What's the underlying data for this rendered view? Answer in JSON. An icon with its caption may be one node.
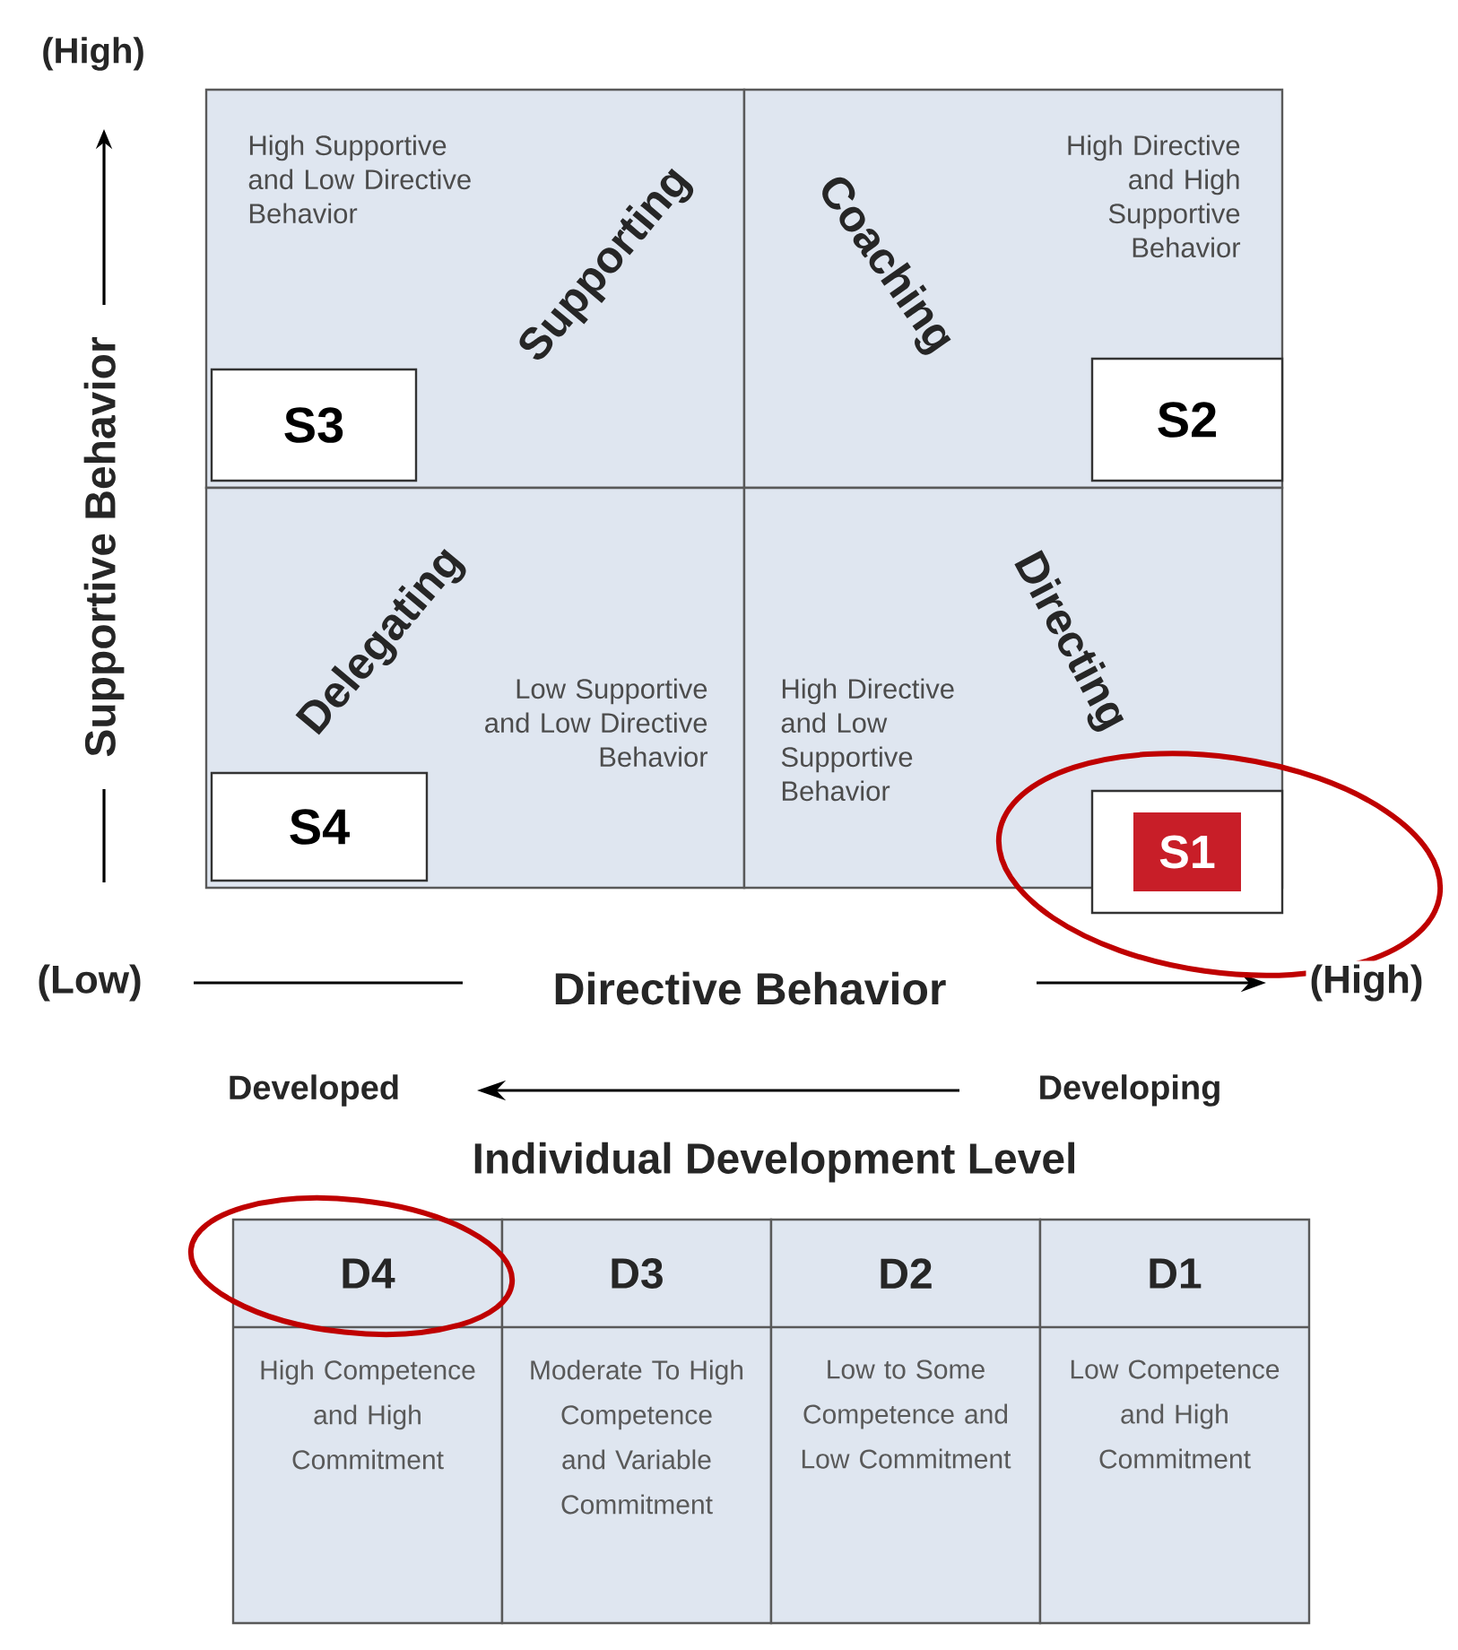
{
  "diagram": {
    "nodes": [
      {
        "text": [
          "High Supportive and Low Directive Behavior",
          "Supporting"
        ]
      },
      {
        "text": [
          "S3"
        ],
        "in": 0
      },
      {
        "text": [
          "Coaching",
          "High Directive and High Supportive Behavior"
        ]
      },
      {
        "text": [
          "S2"
        ],
        "in": 2
      },
      {
        "text": [
          "Delegating",
          "Low Supportive and Low Directive Behavior"
        ]
      },
      {
        "text": [
          "S4"
        ],
        "in": 4
      },
      {
        "text": [
          "High Directive and Low Supportive Behavior",
          "Directing"
        ]
      },
      {
        "text": [
          "S1"
        ],
        "in": 6
      },
      {
        "text": [
          "D4",
          "High Competence and High Commitment"
        ]
      },
      {
        "text": [
          "D3",
          "Moderate To High Competence and Variable Commitment"
        ]
      },
      {
        "text": [
          "D2",
          "Low to Some Competence and Low Commitment"
        ]
      },
      {
        "text": [
          "D1",
          "Low Competence and High Commitment"
        ]
      }
    ],
    "labels": [
      "(High)",
      "Supportive Behavior",
      "(Low)",
      "Directive Behavior",
      "(High)",
      "Developed",
      "Developing",
      "Individual Development Level"
    ]
  }
}
